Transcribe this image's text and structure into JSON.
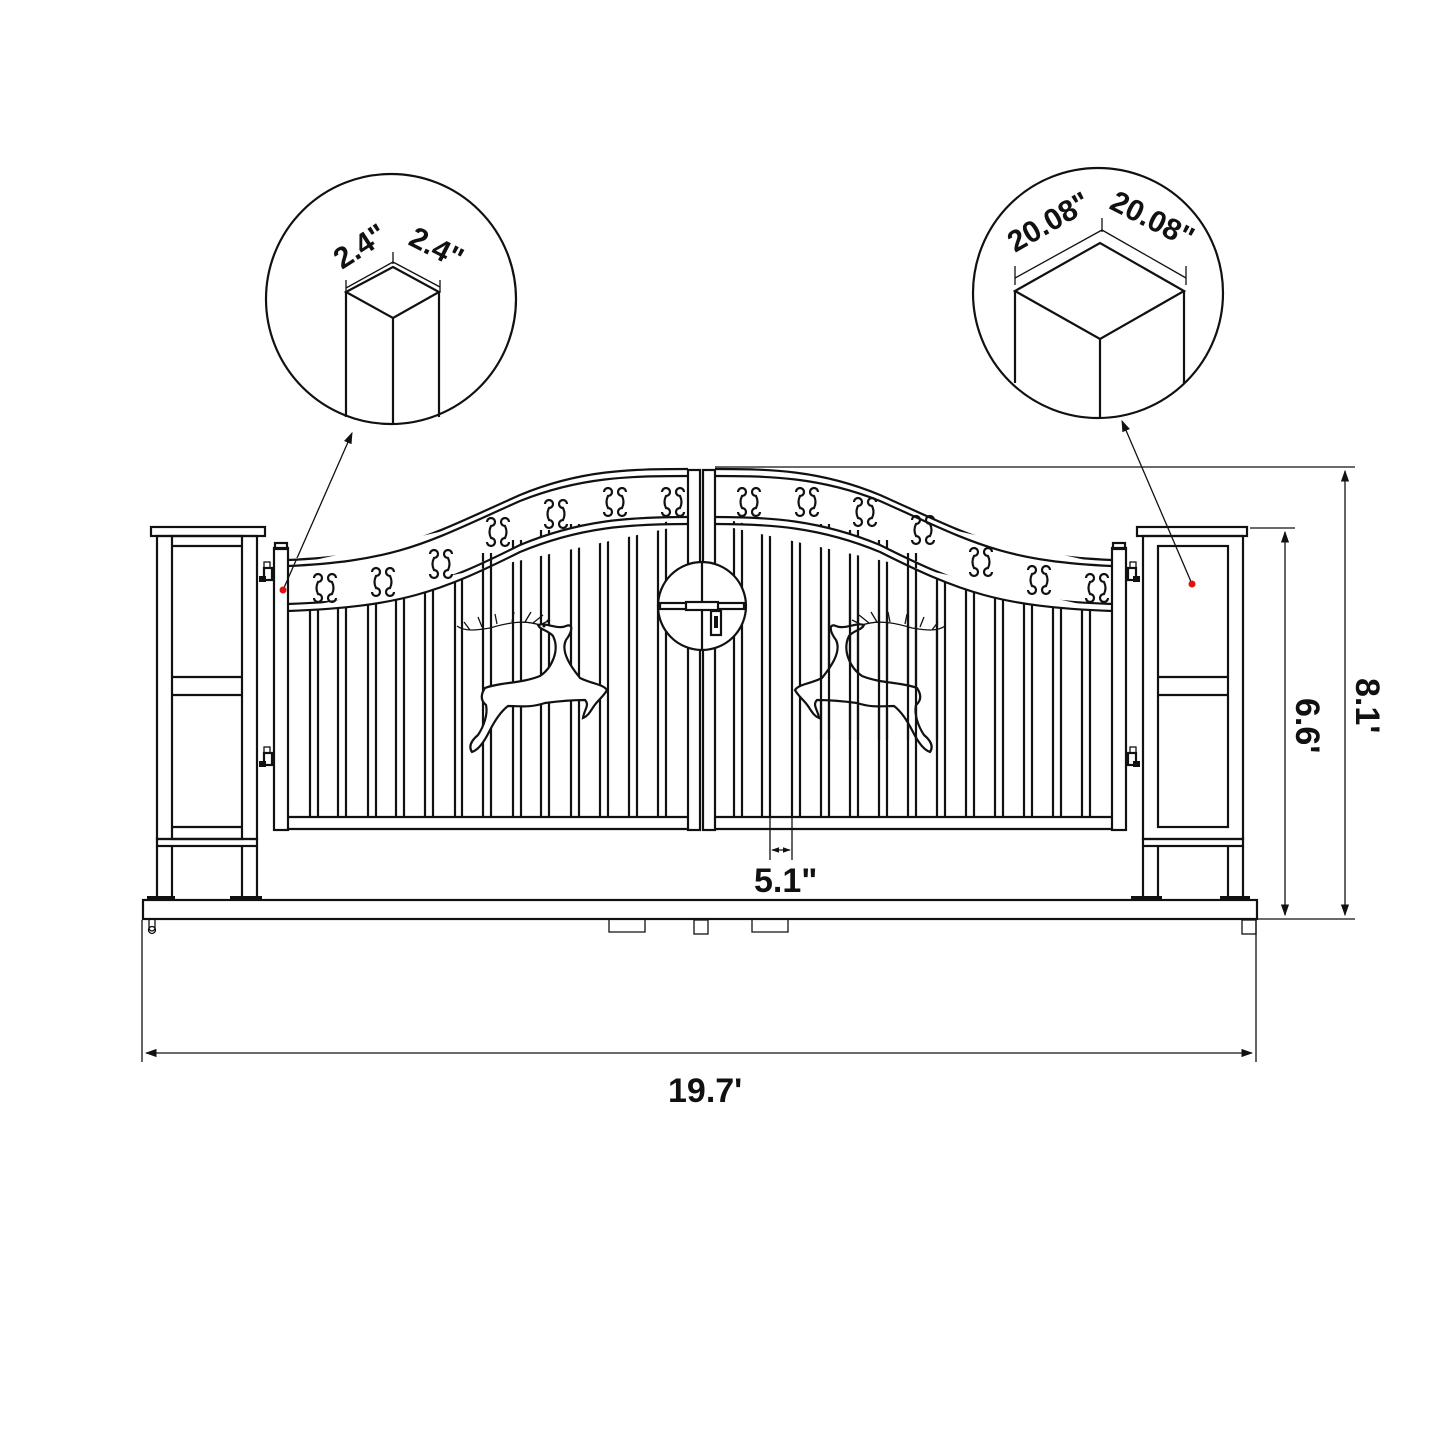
{
  "diagram": {
    "subject": "Double swing driveway gate with deer design and square pillars",
    "colors": {
      "line": "#111111",
      "background": "#ffffff",
      "marker": "#e01010"
    },
    "callouts": {
      "left": {
        "label_a": "2.4\"",
        "label_b": "2.4\"",
        "describes": "gate frame post cross-section"
      },
      "right": {
        "label_a": "20.08\"",
        "label_b": "20.08\"",
        "describes": "pillar cross-section"
      }
    },
    "dimensions": {
      "overall_width": "19.7'",
      "overall_height": "8.1'",
      "pillar_height": "6.6'",
      "picket_spacing": "5.1\""
    },
    "decorations": {
      "left_panel": "leaping deer",
      "right_panel": "leaping deer (mirrored)",
      "center": "drop bolt latch detail circle"
    }
  }
}
